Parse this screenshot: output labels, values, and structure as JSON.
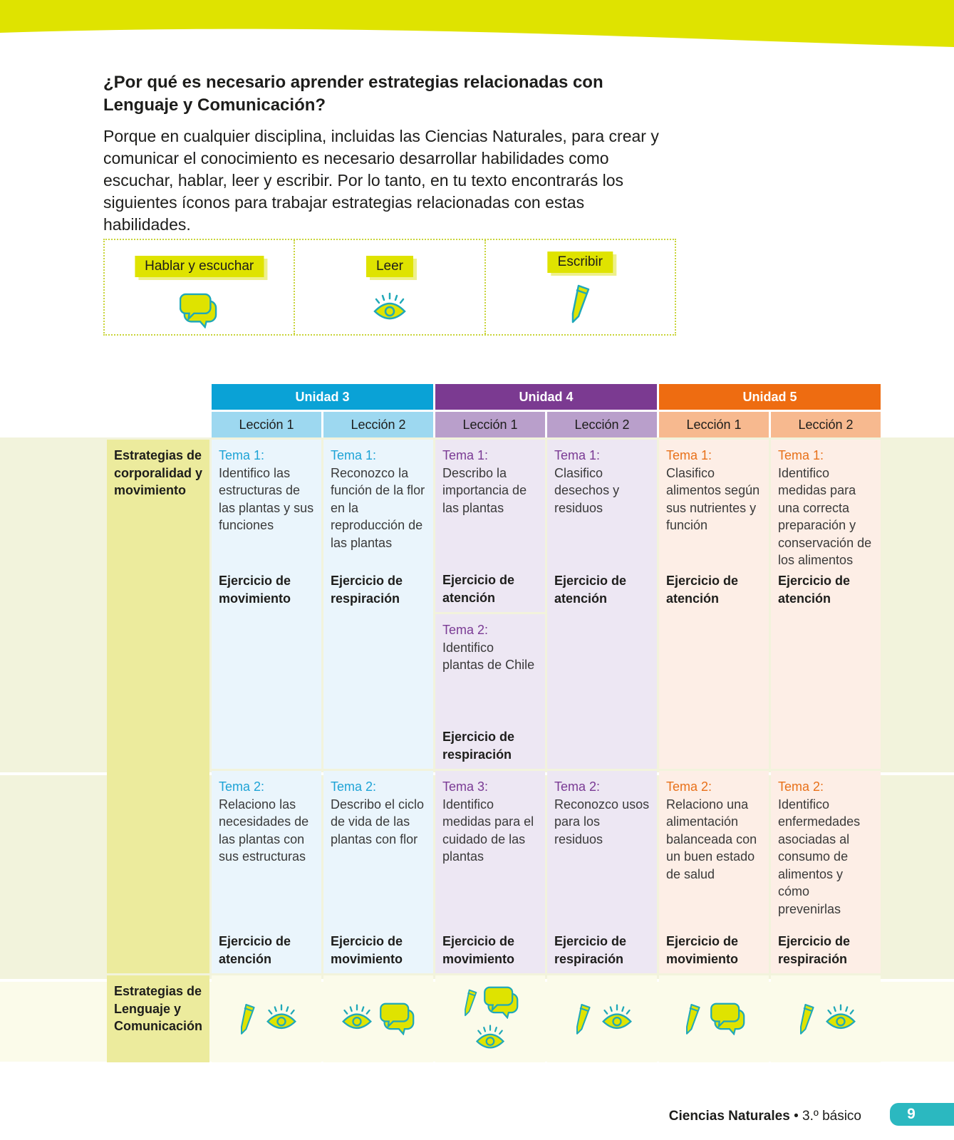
{
  "colors": {
    "lime": "#dfe300",
    "teal": "#2bb8c0",
    "unit3": "#0aa2d6",
    "unit4": "#7b3a91",
    "unit5": "#ee6c11"
  },
  "question": "¿Por qué es necesario aprender estrategias relacionadas con Lenguaje y Comunicación?",
  "paragraph": "Porque en cualquier disciplina, incluidas las Ciencias Naturales, para crear y comunicar el conocimiento es necesario desarrollar habilidades como escuchar, hablar, leer y escribir. Por lo tanto, en tu texto encontrarás los siguientes íconos para trabajar estrategias relacionadas con estas habilidades.",
  "icons_legend": [
    {
      "label": "Hablar y escuchar",
      "icon": "speech-bubbles-icon"
    },
    {
      "label": "Leer",
      "icon": "eye-icon"
    },
    {
      "label": "Escribir",
      "icon": "pencil-icon"
    }
  ],
  "table": {
    "units": [
      "Unidad 3",
      "Unidad 4",
      "Unidad 5"
    ],
    "lessons": [
      "Lección 1",
      "Lección 2",
      "Lección 1",
      "Lección 2",
      "Lección 1",
      "Lección 2"
    ],
    "row_labels": {
      "corporalidad": "Estrategias de corporalidad y movimiento",
      "lenguaje": "Estrategias de Lenguaje y Comunicación"
    },
    "row1": [
      {
        "tema": "Tema 1:",
        "desc": "Identifico las estructuras de las plantas y sus funciones",
        "ej": "Ejercicio de movimiento"
      },
      {
        "tema": "Tema 1:",
        "desc": "Reconozco la función de la flor en la reproducción de las plantas",
        "ej": "Ejercicio de respiración"
      },
      {
        "tema": "Tema 1:",
        "desc": "Describo la importancia de las plantas",
        "ej": "Ejercicio de atención"
      },
      {
        "tema": "Tema 1:",
        "desc": "Clasifico desechos y residuos",
        "ej": "Ejercicio de atención"
      },
      {
        "tema": "Tema 1:",
        "desc": "Clasifico alimentos según sus nutrientes y función",
        "ej": "Ejercicio de atención"
      },
      {
        "tema": "Tema 1:",
        "desc": "Identifico medidas para una correcta preparación y conservación de los alimentos",
        "ej": "Ejercicio de atención"
      }
    ],
    "u4l1_tema2": {
      "tema": "Tema 2:",
      "desc": "Identifico plantas de Chile",
      "ej": "Ejercicio de respiración"
    },
    "row2": [
      {
        "tema": "Tema 2:",
        "desc": "Relaciono las necesidades de las plantas con sus estructuras",
        "ej": "Ejercicio de atención"
      },
      {
        "tema": "Tema 2:",
        "desc": "Describo el ciclo de vida de las plantas con flor",
        "ej": "Ejercicio de movimiento"
      },
      {
        "tema": "Tema 3:",
        "desc": "Identifico medidas para el cuidado de las plantas",
        "ej": "Ejercicio de movimiento"
      },
      {
        "tema": "Tema 2:",
        "desc": "Reconozco usos para los residuos",
        "ej": "Ejercicio de respiración"
      },
      {
        "tema": "Tema 2:",
        "desc": "Relaciono una alimentación balanceada con un buen estado de salud",
        "ej": "Ejercicio de movimiento"
      },
      {
        "tema": "Tema 2:",
        "desc": "Identifico enfermedades asociadas al consumo de alimentos y cómo prevenirlas",
        "ej": "Ejercicio de respiración"
      }
    ],
    "language_icons": [
      [
        "pencil-icon",
        "eye-icon"
      ],
      [
        "eye-icon",
        "speech-bubbles-icon"
      ],
      [
        "pencil-icon",
        "speech-bubbles-icon",
        "eye-icon"
      ],
      [
        "pencil-icon",
        "eye-icon"
      ],
      [
        "pencil-icon",
        "speech-bubbles-icon"
      ],
      [
        "pencil-icon",
        "eye-icon"
      ]
    ]
  },
  "footer": {
    "subject": "Ciencias Naturales",
    "separator": "•",
    "grade": "3.º básico",
    "page": "9"
  }
}
